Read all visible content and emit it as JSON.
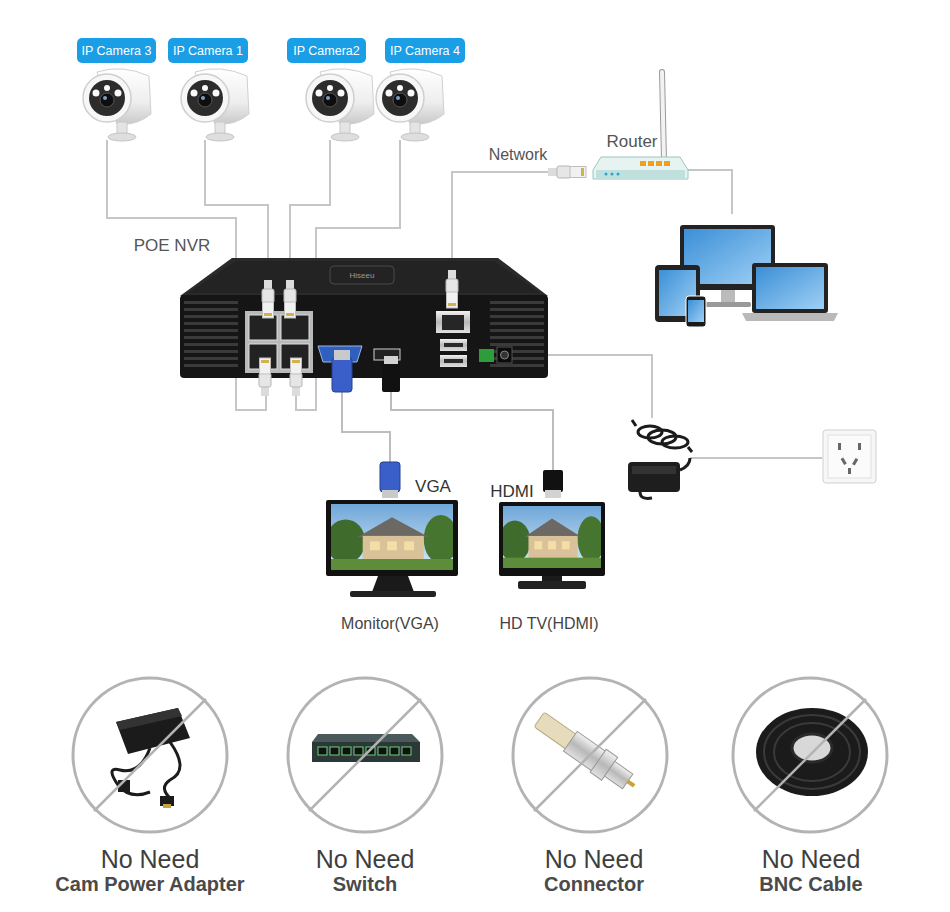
{
  "diagram": {
    "nodes": [
      {
        "text": [
          "IP Camera 3"
        ]
      },
      {
        "text": [
          "IP Camera 1"
        ]
      },
      {
        "text": [
          "IP Camera2"
        ]
      },
      {
        "text": [
          "IP Camera 4"
        ]
      },
      {
        "text": [
          "No Need",
          "Cam Power Adapter"
        ]
      },
      {
        "text": [
          "No Need",
          "Switch"
        ]
      },
      {
        "text": [
          "No Need",
          "Connector"
        ]
      },
      {
        "text": [
          "No Need",
          "BNC Cable"
        ]
      }
    ],
    "labels": [
      "POE NVR",
      "Network",
      "Router",
      "Hiseeu",
      "VGA",
      "HDMI",
      "Monitor(VGA)",
      "HD TV(HDMI)"
    ]
  }
}
